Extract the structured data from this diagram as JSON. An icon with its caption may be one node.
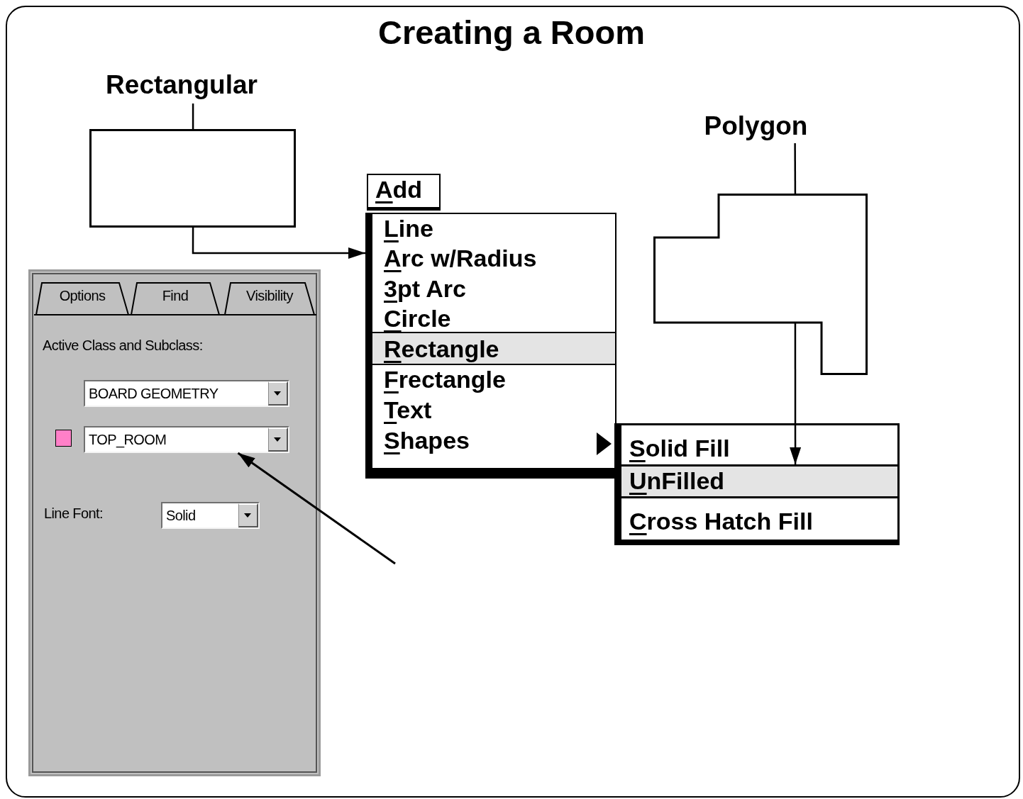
{
  "diagram": {
    "title": "Creating a Room",
    "nodes": [
      {
        "text": [
          "Rectangular"
        ]
      },
      {
        "text": [],
        "shape": "box"
      },
      {
        "text": [
          "Polygon"
        ]
      },
      {
        "text": [],
        "shape": "polygon"
      },
      {
        "text": [
          "Add"
        ]
      },
      {
        "text": [],
        "shape": "box"
      },
      {
        "text": [
          "Line"
        ],
        "in": 5
      },
      {
        "text": [
          "Arc w/Radius"
        ],
        "in": 5
      },
      {
        "text": [
          "3pt Arc"
        ],
        "in": 5
      },
      {
        "text": [
          "Circle"
        ],
        "in": 5
      },
      {
        "text": [
          "Rectangle"
        ],
        "in": 5
      },
      {
        "text": [
          "Frectangle"
        ],
        "in": 5
      },
      {
        "text": [
          "Text"
        ],
        "in": 5
      },
      {
        "text": [
          "Shapes"
        ],
        "in": 5
      },
      {
        "text": [],
        "shape": "box"
      },
      {
        "text": [
          "Solid Fill"
        ],
        "in": 14
      },
      {
        "text": [
          "UnFilled"
        ],
        "in": 14
      },
      {
        "text": [
          "Cross Hatch Fill"
        ],
        "in": 14
      },
      {
        "text": [],
        "shape": "box"
      },
      {
        "text": [
          "Options"
        ],
        "in": 18
      },
      {
        "text": [
          "Find"
        ],
        "in": 18
      },
      {
        "text": [
          "Visibility"
        ],
        "in": 18
      },
      {
        "text": [
          "BOARD GEOMETRY"
        ],
        "in": 18
      },
      {
        "text": [
          "TOP_ROOM"
        ],
        "in": 18
      },
      {
        "text": [
          "Solid"
        ],
        "in": 18
      }
    ],
    "edges": [
      {
        "from": 0,
        "to": 1,
        "arrow": "none"
      },
      {
        "from": 1,
        "to": 5,
        "arrow": "to"
      },
      {
        "from": 2,
        "to": 3,
        "arrow": "none"
      },
      {
        "from": 3,
        "to": 16,
        "arrow": "to"
      },
      {
        "from": null,
        "to": 23,
        "arrow": "to"
      }
    ],
    "labels": [
      "Active Class and Subclass:",
      "Line Font:"
    ]
  }
}
